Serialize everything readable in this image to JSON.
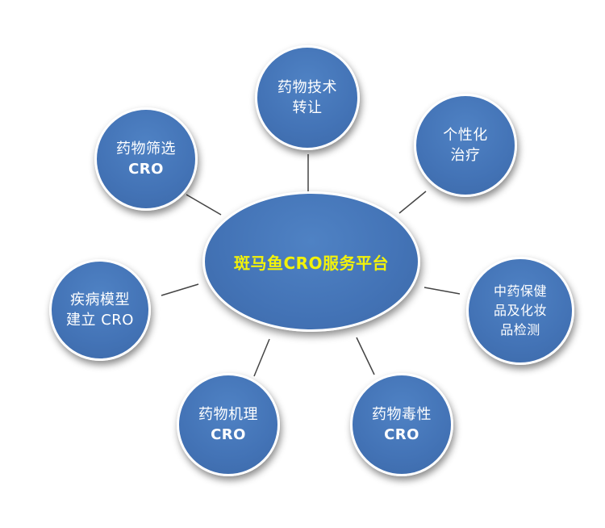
{
  "colors": {
    "node_fill": "#4373b6",
    "node_border": "#ffffff",
    "center_text": "#f2f20a",
    "node_text": "#ffffff",
    "connector": "#444444"
  },
  "center": {
    "label": "斑马鱼CRO服务平台"
  },
  "nodes": {
    "top": {
      "line1": "药物技术",
      "line2": "转让"
    },
    "top_left": {
      "line1": "药物筛选",
      "line2": "CRO"
    },
    "top_right": {
      "line1": "个性化",
      "line2": "治疗"
    },
    "left": {
      "line1": "疾病模型",
      "line2": "建立 CRO"
    },
    "right": {
      "line1": "中药保健",
      "line2": "品及化妆",
      "line3": "品检测"
    },
    "bottom_left": {
      "line1": "药物机理",
      "line2": "CRO"
    },
    "bottom_right": {
      "line1": "药物毒性",
      "line2": "CRO"
    }
  }
}
